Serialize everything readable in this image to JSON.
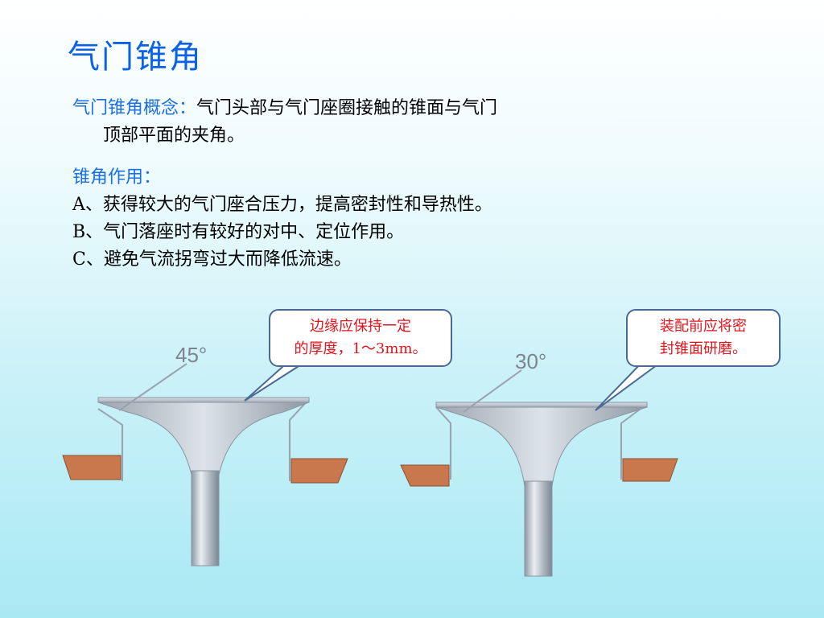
{
  "title": "气门锥角",
  "concept": {
    "label": "气门锥角概念：",
    "line1": "气门头部与气门座圈接触的锥面与气门",
    "line2": "顶部平面的夹角。"
  },
  "function": {
    "label": "锥角作用：",
    "items": [
      "A、获得较大的气门座合压力，提高密封性和导热性。",
      "B、气门落座时有较好的对中、定位作用。",
      "C、避免气流拐弯过大而降低流速。"
    ]
  },
  "figures": [
    {
      "angle_label": "45°",
      "callout_line1": "边缘应保持一定",
      "callout_line2": "的厚度，1～3mm。"
    },
    {
      "angle_label": "30°",
      "callout_line1": "装配前应将密",
      "callout_line2": "封锥面研磨。"
    }
  ],
  "colors": {
    "title": "#0a63e6",
    "label_blue": "#1a6fe8",
    "callout_text": "#e0141d",
    "seat_brown": "#c9784e",
    "valve_gray": "#b9c2cc"
  }
}
